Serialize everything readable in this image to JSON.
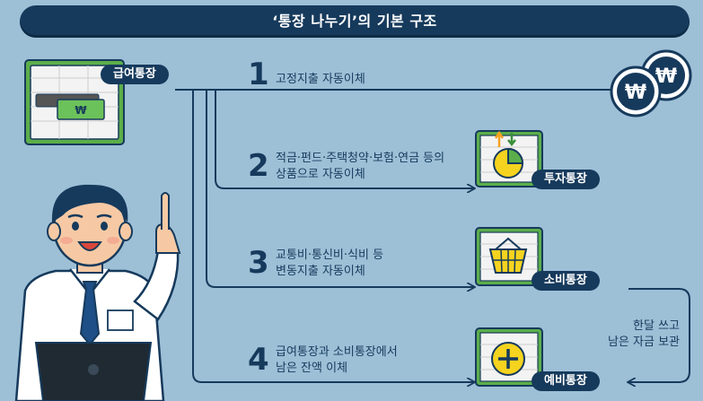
{
  "title": "‘통장 나누기’의 기본 구조",
  "accounts": {
    "salary": "급여통장",
    "investment": "투자통장",
    "spending": "소비통장",
    "reserve": "예비통장"
  },
  "steps": [
    {
      "number": "1",
      "line1": "고정지출 자동이체",
      "line2": ""
    },
    {
      "number": "2",
      "line1": "적금·펀드·주택청약·보험·연금 등의",
      "line2": "상품으로 자동이체"
    },
    {
      "number": "3",
      "line1": "교통비·통신비·식비 등",
      "line2": "변동지출 자동이체"
    },
    {
      "number": "4",
      "line1": "급여통장과 소비통장에서",
      "line2": "남은 잔액 이체"
    }
  ],
  "note": {
    "line1": "한달 쓰고",
    "line2": "남은 자금 보관"
  },
  "icons": {
    "coins": "won-coins-icon",
    "cash": "won-banknote-icon",
    "investment": "pie-chart-icon",
    "spending": "shopping-basket-icon",
    "reserve": "plus-icon",
    "person": "office-worker-illustration"
  },
  "colors": {
    "background": "#9dc0d7",
    "navy": "#163a5c",
    "green": "#5cae4a",
    "yellow": "#f5d31f"
  }
}
